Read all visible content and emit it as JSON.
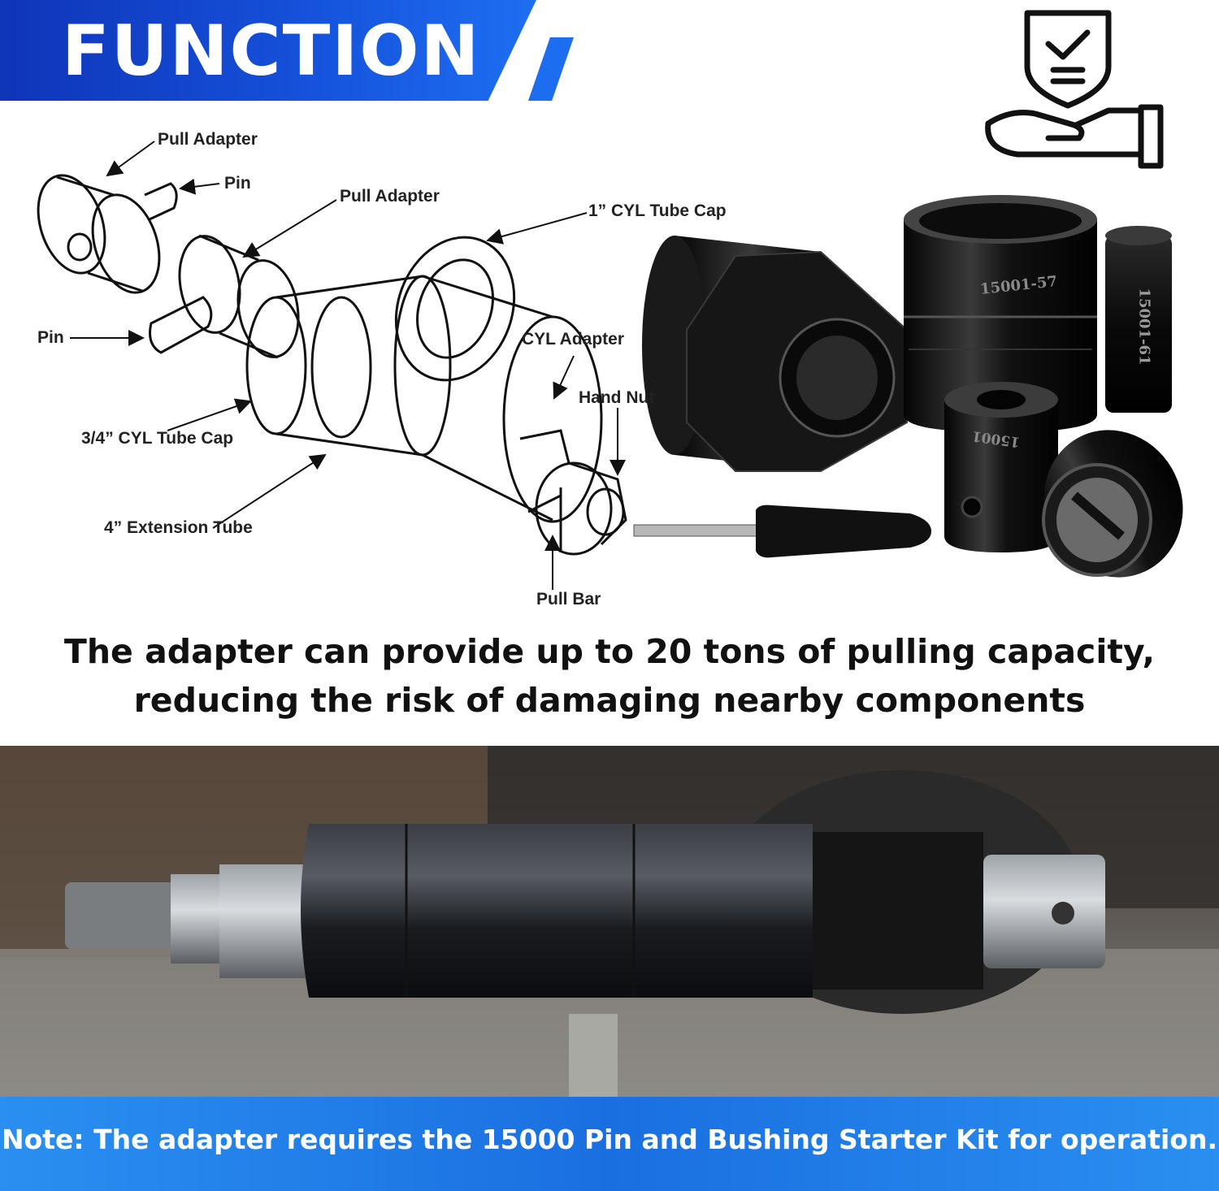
{
  "header": {
    "title": "FUNCTION",
    "badge_icon": "shield-check-hand-icon"
  },
  "diagram": {
    "labels": {
      "pull_adapter_1": "Pull Adapter",
      "pin_1": "Pin",
      "pull_adapter_2": "Pull Adapter",
      "cyl_tube_cap_1": "1” CYL Tube Cap",
      "pin_2": "Pin",
      "cyl_adapter": "CYL Adapter",
      "hand_nut": "Hand Nut",
      "cyl_tube_cap_34": "3/4” CYL Tube Cap",
      "extension_tube": "4” Extension Tube",
      "pull_bar": "Pull Bar"
    },
    "part_numbers": {
      "large_sleeve": "15001-57",
      "ring": "15001-61",
      "small_adapter": "15001"
    }
  },
  "headline": {
    "line1": "The adapter can provide up to 20 tons of pulling capacity,",
    "line2": "reducing the risk of damaging nearby components"
  },
  "note": {
    "text": "Note: The adapter requires the 15000 Pin and Bushing Starter Kit for operation."
  },
  "colors": {
    "banner_blue": "#1550d9",
    "note_blue": "#1a6fe0",
    "text_dark": "#111111",
    "white": "#ffffff"
  }
}
